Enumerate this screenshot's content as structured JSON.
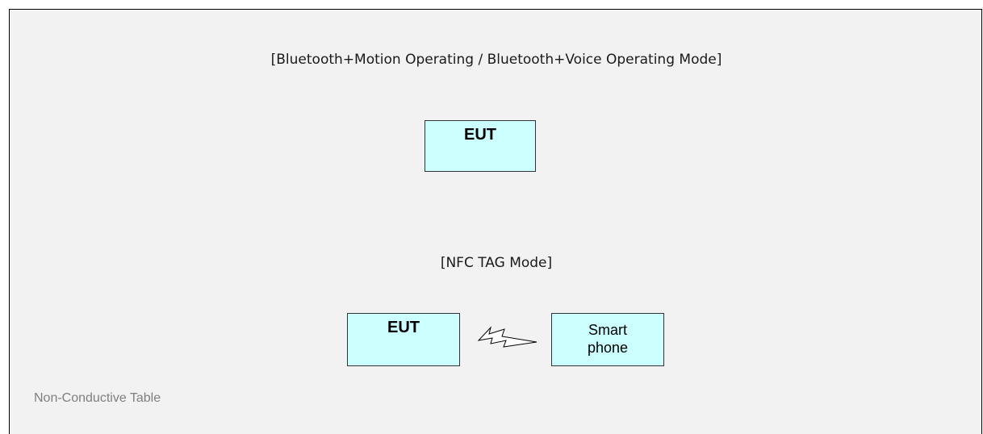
{
  "mode1": {
    "title": "[Bluetooth+Motion Operating / Bluetooth+Voice Operating Mode]",
    "eut_label": "EUT"
  },
  "mode2": {
    "title": "[NFC TAG Mode]",
    "eut_label": "EUT",
    "phone_label_line1": "Smart",
    "phone_label_line2": "phone",
    "link_icon": "wireless-link-icon"
  },
  "table_label": "Non-Conductive Table",
  "colors": {
    "background": "#f2f2f2",
    "box_fill": "#ccffff",
    "label_gray": "#7f7f7f"
  }
}
